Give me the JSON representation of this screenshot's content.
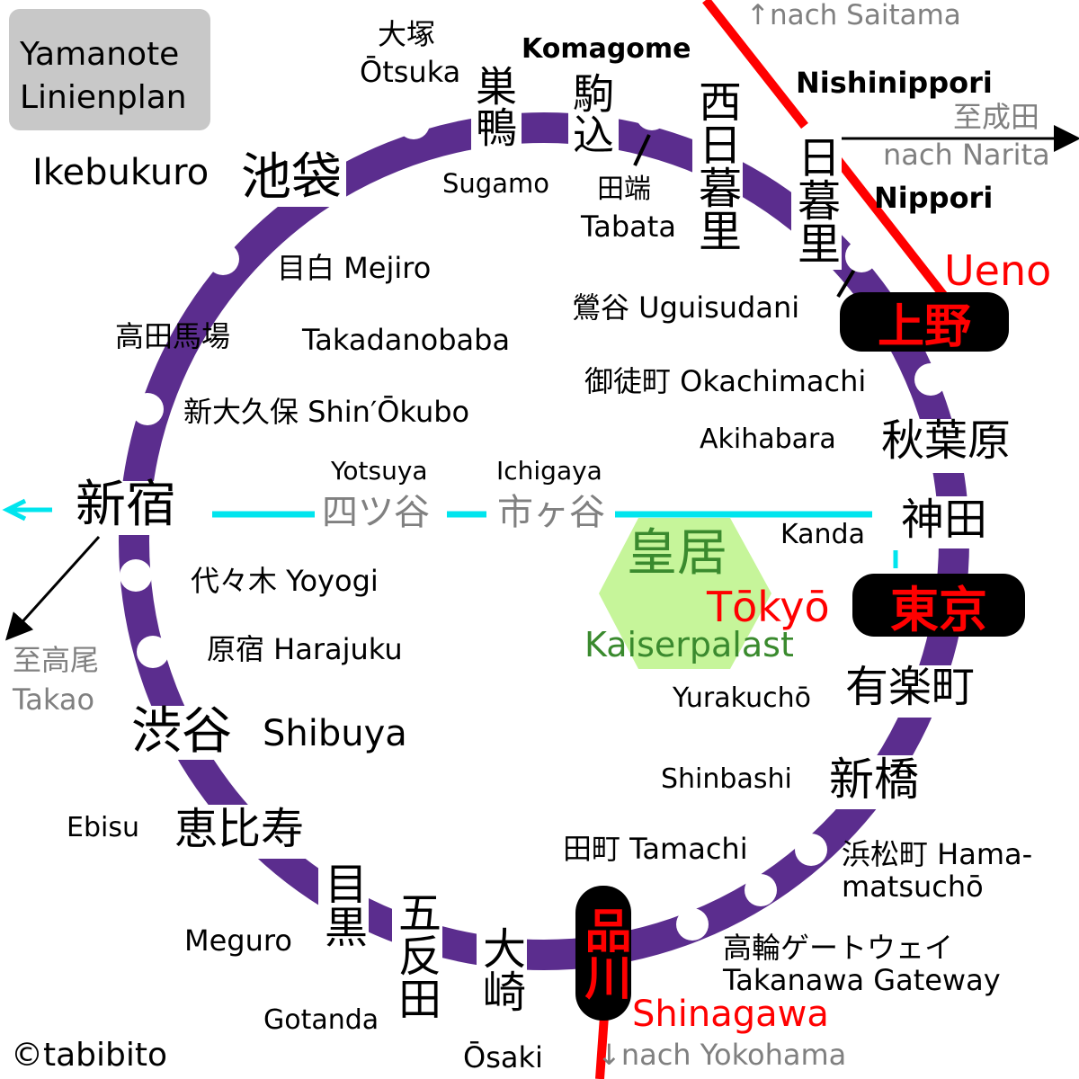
{
  "title": {
    "line1": "Yamanote",
    "line2": "Linienplan"
  },
  "copyright": "©tabibito",
  "colors": {
    "yamanote": "#5b2d8e",
    "accent": "#ff0000",
    "chuo": "#00e5ee",
    "palace": "#c6f59a",
    "palace_text": "#3a8a2e",
    "grey_text": "#808080"
  },
  "palace": {
    "jp": "皇居",
    "de": "Kaiserpalast"
  },
  "directions": {
    "saitama": "↑nach Saitama",
    "narita_jp": "至成田",
    "narita_de": "nach Narita",
    "yokohama": "↓nach Yokohama",
    "takao_jp": "至高尾",
    "takao_de": "Takao"
  },
  "chuo_line": {
    "yotsuya_en": "Yotsuya",
    "yotsuya_jp": "四ツ谷",
    "ichigaya_en": "Ichigaya",
    "ichigaya_jp": "市ヶ谷",
    "kanda_en": "Kanda"
  },
  "stations": {
    "ueno": {
      "jp": "上野",
      "en": "Ueno"
    },
    "tokyo": {
      "jp": "東京",
      "en": "Tōkyō"
    },
    "shinagawa": {
      "jp": "品川",
      "en": "Shinagawa"
    },
    "ikebukuro": {
      "jp": "池袋",
      "en": "Ikebukuro"
    },
    "shinjuku": {
      "jp": "新宿"
    },
    "shibuya": {
      "jp": "渋谷",
      "en": "Shibuya"
    },
    "otsuka": {
      "jp": "大塚",
      "en": "Ōtsuka"
    },
    "sugamo": {
      "jp": "巣鴨",
      "en": "Sugamo"
    },
    "komagome": {
      "jp": "駒込",
      "en": "Komagome"
    },
    "tabata": {
      "jp": "田端",
      "en": "Tabata"
    },
    "nishinippori": {
      "jp": "西日暮里",
      "en": "Nishinippori"
    },
    "nippori": {
      "jp": "日暮里",
      "en": "Nippori"
    },
    "uguisudani": {
      "label": "鶯谷 Uguisudani"
    },
    "okachimachi": {
      "label": "御徒町 Okachimachi"
    },
    "akihabara": {
      "jp": "秋葉原",
      "en": "Akihabara"
    },
    "kanda": {
      "jp": "神田"
    },
    "yurakucho": {
      "jp": "有楽町",
      "en": "Yurakuchō"
    },
    "shinbashi": {
      "jp": "新橋",
      "en": "Shinbashi"
    },
    "hamamatsucho": {
      "line1": "浜松町 Hama-",
      "line2": "matsuchō"
    },
    "takanawa": {
      "line1": "高輪ゲートウェイ",
      "line2": "Takanawa Gateway"
    },
    "tamachi": {
      "label": "田町 Tamachi"
    },
    "osaki": {
      "jp": "大崎",
      "en": "Ōsaki"
    },
    "gotanda": {
      "jp": "五反田",
      "en": "Gotanda"
    },
    "meguro": {
      "jp": "目黒",
      "en": "Meguro"
    },
    "ebisu": {
      "jp": "恵比寿",
      "en": "Ebisu"
    },
    "harajuku": {
      "label": "原宿 Harajuku"
    },
    "yoyogi": {
      "label": "代々木 Yoyogi"
    },
    "shinokubo": {
      "label": "新大久保 Shin′Ōkubo"
    },
    "takadanobaba": {
      "jp": "高田馬場",
      "en": "Takadanobaba"
    },
    "mejiro": {
      "label": "目白 Mejiro"
    }
  }
}
